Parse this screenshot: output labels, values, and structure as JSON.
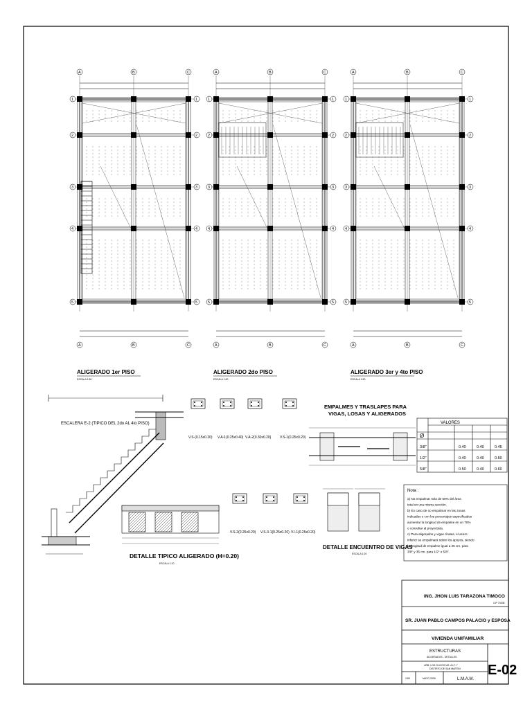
{
  "plans": [
    {
      "title": "ALIGERADO 1er PISO",
      "scale": "ESCALA 1:50"
    },
    {
      "title": "ALIGERADO 2do PISO",
      "scale": "ESCALA 1:50"
    },
    {
      "title": "ALIGERADO 3er y 4to PISO",
      "scale": "ESCALA 1:50"
    }
  ],
  "axes": {
    "letters": [
      "A",
      "B",
      "C"
    ],
    "numbers": [
      "1",
      "2",
      "3",
      "4",
      "5"
    ]
  },
  "stair": {
    "title": "ESCALERA E-2 (TIPICO DEL 2do AL 4to PISO)"
  },
  "slab_detail": {
    "title": "DETALLE TIPICO ALIGERADO (H=0.20)",
    "scale": "ESCALA 1:10"
  },
  "beam_sections_row1": [
    "V.S-(0.15x0.20)",
    "V.A-1(0.25x0.40)",
    "V.A-2(0.30x0.20)",
    "V.S-1(0.25x0.20)"
  ],
  "beam_sections_row2": [
    "V.S-2(0.25x0.20)",
    "V.S-3-1(0.25x0.20)",
    "V.I-1(0.25x0.20)"
  ],
  "splices": {
    "title_line1": "EMPALMES Y TRASLAPES PARA",
    "title_line2": "VIGAS, LOSAS Y ALIGERADOS"
  },
  "values_table": {
    "title": "VALORES",
    "col_header": "Ø",
    "rows": [
      [
        "3/8\"",
        "0.40",
        "0.40",
        "0.45"
      ],
      [
        "1/2\"",
        "0.40",
        "0.40",
        "0.50"
      ],
      [
        "5/8\"",
        "0.50",
        "0.40",
        "0.60"
      ]
    ]
  },
  "notes": {
    "heading": "Nota :",
    "lines": [
      "a) No empalmar más de 50% del área",
      "   total en una misma sección.",
      "b) En caso de no empalmar en las zonas",
      "   indicadas o con los porcentajes especificados",
      "   aumentar la longitud de empalme en un 70%",
      "   o consultar al proyectista.",
      "c) Para aligerados y vigas chatas, el acero",
      "   inferior se empalmará sobre los apoyos, siendo",
      "   la longitud de empalme igual a 25 cm. para",
      "   3/8\" y 35 cm. para 1/2\" o 5/8\"."
    ]
  },
  "beam_junction": {
    "title": "DETALLE ENCUENTRO DE VIGAS",
    "scale": "ESCALA 1:20"
  },
  "title_block": {
    "engineer": "ING. JHON LUIS TARAZONA TIMOCO",
    "cip": "CIP 70335",
    "owner": "SR. JUAN PABLO CAMPOS PALACIO y ESPOSA",
    "project": "VIVIENDA UNIFAMILIAR",
    "specialty": "ESTRUCTURAS",
    "subtitle": "ALIGERADOS - DETALLES",
    "address_line1": "URB. LOS OLIVOS MZ. A LT. 7",
    "address_line2": "DISTRITO DE SAN MARTIN",
    "scale": "1/50",
    "date": "MAYO 2009",
    "drawn_by": "L.M.A.M.",
    "sheet": "E-02"
  }
}
